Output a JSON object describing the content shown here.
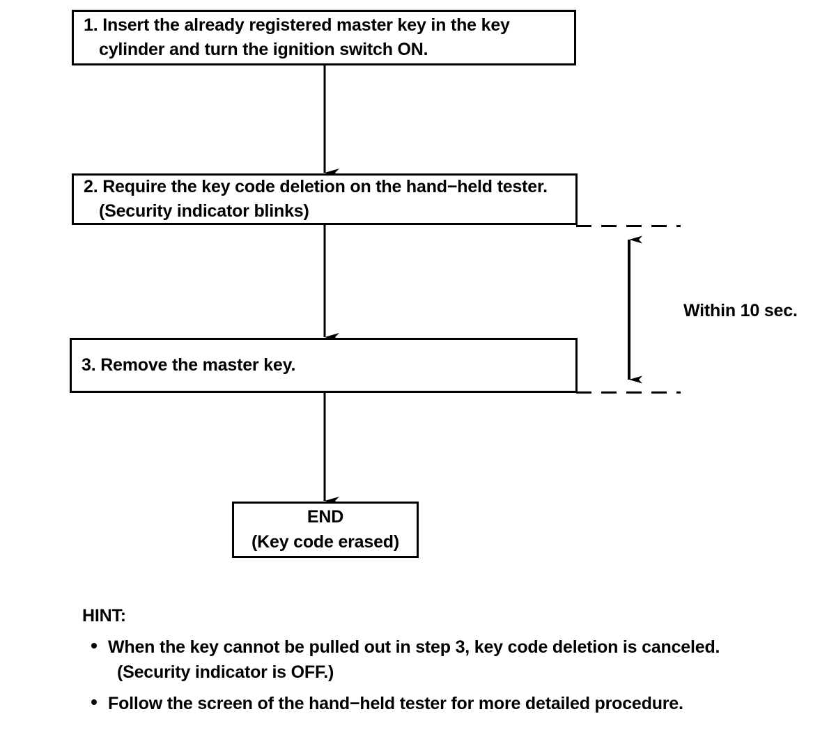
{
  "diagram": {
    "title": "Key code deletion procedure flowchart",
    "line_color": "#000000",
    "background_color": "#ffffff",
    "nodes": [
      {
        "id": "step1",
        "kind": "process",
        "lines": [
          "1. Insert the already registered master key in the key",
          "cylinder and turn the ignition switch ON."
        ]
      },
      {
        "id": "step2",
        "kind": "process",
        "lines": [
          "2. Require the key code deletion on the hand−held tester.",
          "(Security indicator blinks)"
        ]
      },
      {
        "id": "step3",
        "kind": "process",
        "lines": [
          "3. Remove the master key."
        ]
      },
      {
        "id": "end",
        "kind": "terminator",
        "lines": [
          "END",
          "(Key code erased)"
        ]
      }
    ],
    "annotations": {
      "duration_label": "Within 10 sec."
    }
  },
  "hint": {
    "title": "HINT:",
    "items": [
      {
        "text": "When the key cannot be pulled out in step 3, key code deletion is canceled.",
        "sub": "(Security indicator is OFF.)"
      },
      {
        "text": "Follow the screen of the hand−held tester for more detailed procedure.",
        "sub": ""
      }
    ]
  }
}
